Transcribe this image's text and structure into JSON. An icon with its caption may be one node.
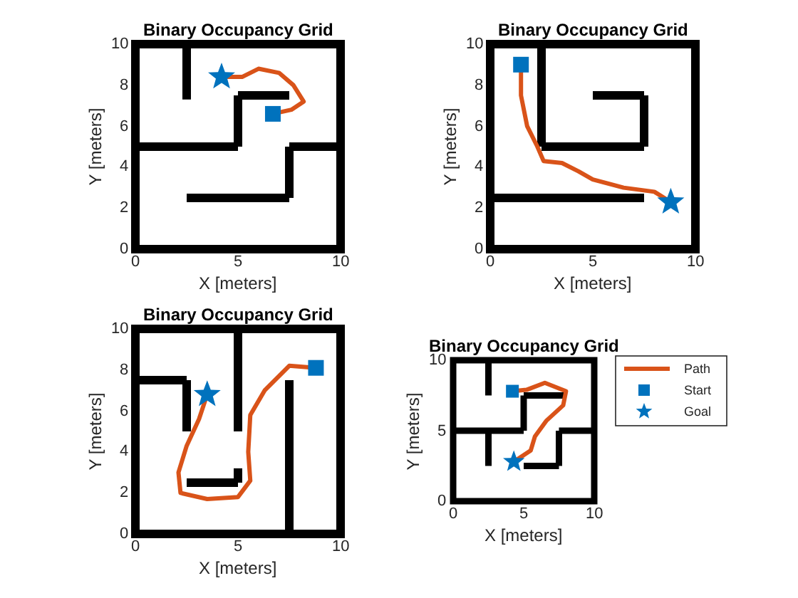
{
  "diagram": {
    "labels": [
      "Binary Occupancy Grid",
      "10",
      "8",
      "6",
      "4",
      "2",
      "0",
      "0",
      "5",
      "10",
      "X [meters]",
      "Y [meters]",
      "Binary Occupancy Grid",
      "10",
      "8",
      "6",
      "4",
      "2",
      "0",
      "0",
      "5",
      "10",
      "X [meters]",
      "Y [meters]",
      "Binary Occupancy Grid",
      "10",
      "8",
      "6",
      "4",
      "2",
      "0",
      "0",
      "5",
      "10",
      "X [meters]",
      "Y [meters]",
      "Binary Occupancy Grid",
      "10",
      "5",
      "0",
      "0",
      "5",
      "10",
      "X [meters]",
      "Y [meters]"
    ],
    "legend": [
      {
        "text": "Path"
      },
      {
        "text": "Start"
      },
      {
        "text": "Goal"
      }
    ]
  }
}
